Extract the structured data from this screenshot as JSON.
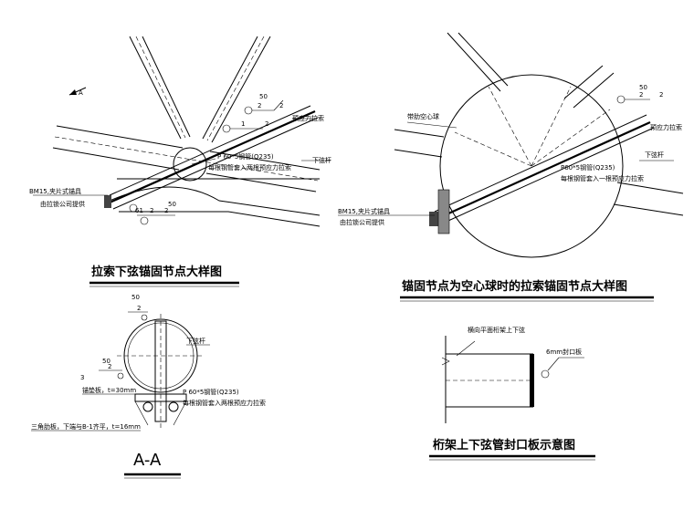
{
  "detail1": {
    "title": "拉索下弦锚固节点大样图",
    "label_prestress": "预应力拉索",
    "label_chord": "下弦杆",
    "label_pipe": "P 60*5钢管(Q235)",
    "label_pipe_note": "每根钢管套入两根预应力拉索",
    "label_anchor": "BM15,夹片式锚具",
    "label_supplier": "由拉锁公司提供",
    "section_mark": "A",
    "dims": [
      "50",
      "2",
      "2",
      "1",
      "2",
      "61",
      "2",
      "2",
      "50"
    ]
  },
  "detail2": {
    "title": "锚固节点为空心球时的拉索锚固节点大样图",
    "label_sphere": "带肋空心球",
    "label_prestress": "预应力拉索",
    "label_chord": "下弦杆",
    "label_pipe": "P60*5钢管(Q235)",
    "label_pipe_note": "每根钢管套入一根预应力拉索",
    "label_anchor": "BM15,夹片式锚具",
    "label_supplier": "由拉锁公司提供",
    "dims": [
      "50",
      "2",
      "2"
    ]
  },
  "section_aa": {
    "title": "A-A",
    "label_chord": "下弦杆",
    "label_pipe": "P 60*5钢管(Q235)",
    "label_pipe_note": "每根钢管套入两根预应力拉索",
    "label_pad": "锚垫板，t=30mm",
    "label_rib": "三角肋板，下端与B-1齐平，t=16mm",
    "dims": [
      "50",
      "2",
      "50",
      "2",
      "3"
    ]
  },
  "detail3": {
    "title": "桁架上下弦管封口板示意图",
    "label_truss": "横向平面桁架上下弦",
    "label_plate": "6mm封口板"
  }
}
